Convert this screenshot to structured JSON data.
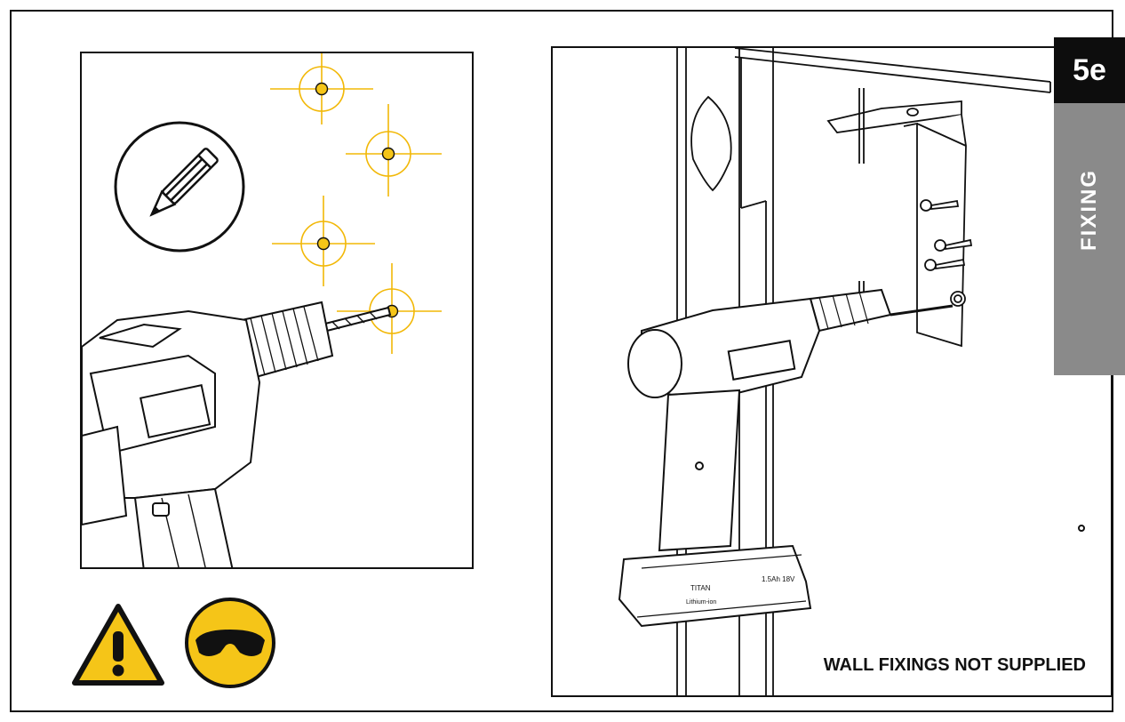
{
  "step": {
    "number": "5e",
    "label": "FIXING"
  },
  "panels": {
    "right": {
      "note": "WALL FIXINGS NOT SUPPLIED",
      "battery_text_1": "TITAN",
      "battery_text_2": "Lithium-ion",
      "battery_text_3": "1.5Ah 18V"
    }
  },
  "icons": {
    "pencil": "pencil-icon",
    "warning": "warning-icon",
    "eye_protection": "safety-glasses-icon",
    "crosshair": "crosshair-marker-icon"
  },
  "colors": {
    "accent": "#f5c518",
    "marker": "#f2b807",
    "line": "#111111",
    "tab_dark": "#0d0d0d",
    "tab_grey": "#8a8a8a"
  }
}
